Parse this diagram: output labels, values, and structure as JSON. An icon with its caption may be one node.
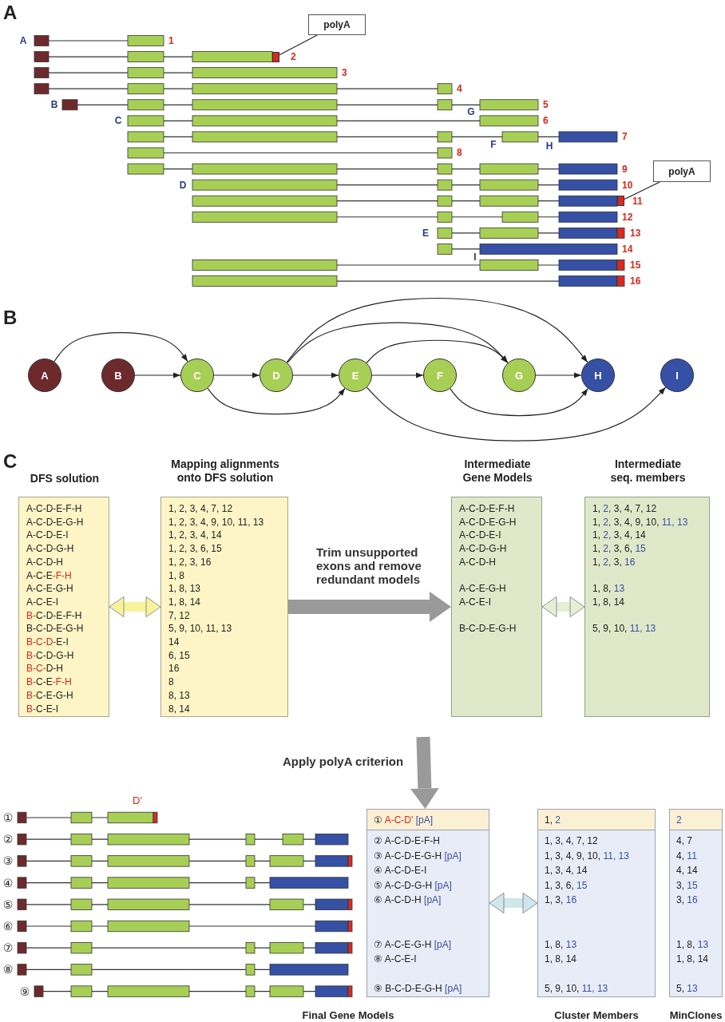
{
  "diagram": {
    "nodes": [
      {
        "text": [
          "polyA"
        ]
      },
      {
        "text": [
          "polyA"
        ]
      },
      {
        "text": [
          "A"
        ]
      },
      {
        "text": [
          "B"
        ]
      },
      {
        "text": [
          "C"
        ]
      },
      {
        "text": [
          "D"
        ]
      },
      {
        "text": [
          "E"
        ]
      },
      {
        "text": [
          "F"
        ]
      },
      {
        "text": [
          "G"
        ]
      },
      {
        "text": [
          "H"
        ]
      },
      {
        "text": [
          "I"
        ]
      },
      {
        "text": [
          "DFS solution",
          "A-C-D-E-F-H",
          "A-C-D-E-G-H",
          "A-C-D-E-I",
          "A-C-D-G-H",
          "A-C-D-H",
          "A-C-E-F-H",
          "A-C-E-G-H",
          "A-C-E-I",
          "B-C-D-E-F-H",
          "B-C-D-E-G-H",
          "B-C-D-E-I",
          "B-C-D-G-H",
          "B-C-D-H",
          "B-C-E-F-H",
          "B-C-E-G-H",
          "B-C-E-I"
        ]
      },
      {
        "text": [
          "Mapping alignments onto DFS solution",
          "1, 2, 3, 4, 7, 12",
          "1, 2, 3, 4, 9, 10, 11, 13",
          "1, 2, 3, 4, 14",
          "1, 2, 3, 6, 15",
          "1, 2, 3, 16",
          "1, 8",
          "1, 8, 13",
          "1, 8, 14",
          "7, 12",
          "5, 9, 10, 11, 13",
          "14",
          "6, 15",
          "16",
          "8",
          "8, 13",
          "8, 14"
        ]
      },
      {
        "text": [
          "Intermediate Gene Models",
          "A-C-D-E-F-H",
          "A-C-D-E-G-H",
          "A-C-D-E-I",
          "A-C-D-G-H",
          "A-C-D-H",
          "A-C-E-G-H",
          "A-C-E-I",
          "B-C-D-E-G-H"
        ]
      },
      {
        "text": [
          "Intermediate seq. members",
          "1, 2, 3, 4, 7, 12",
          "1, 2, 3, 4, 9, 10, 11, 13",
          "1, 2, 3, 4, 14",
          "1, 2, 3, 6, 15",
          "1, 2, 3, 16",
          "1, 8, 13",
          "1, 8, 14",
          "5, 9, 10, 11, 13"
        ]
      },
      {
        "text": [
          "① A-C-D' [pA]",
          "② A-C-D-E-F-H",
          "③ A-C-D-E-G-H [pA]",
          "④ A-C-D-E-I",
          "⑤ A-C-D-G-H [pA]",
          "⑥ A-C-D-H [pA]",
          "⑦ A-C-E-G-H [pA]",
          "⑧ A-C-E-I",
          "⑨ B-C-D-E-G-H [pA]"
        ]
      },
      {
        "text": [
          "1, 2",
          "1, 3, 4, 7, 12",
          "1, 3, 4, 9, 10, 11, 13",
          "1, 3, 4, 14",
          "1, 3, 6, 15",
          "1, 3, 16",
          "1, 8, 13",
          "1, 8, 14",
          "5, 9, 10, 11, 13",
          "Cluster Members"
        ]
      },
      {
        "text": [
          "2",
          "4, 7",
          "4, 11",
          "4, 14",
          "3, 15",
          "3, 16",
          "1, 8, 13",
          "1, 8, 14",
          "5, 13",
          "MinClones"
        ]
      },
      {
        "text": [],
        "shape": "bar"
      },
      {
        "text": [],
        "shape": "bar"
      }
    ],
    "edges": [
      {
        "from": 2,
        "to": 4,
        "arrow": "to"
      },
      {
        "from": 3,
        "to": 4,
        "arrow": "to"
      },
      {
        "from": 4,
        "to": 5,
        "arrow": "to"
      },
      {
        "from": 4,
        "to": 6,
        "arrow": "to"
      },
      {
        "from": 5,
        "to": 6,
        "arrow": "to"
      },
      {
        "from": 5,
        "to": 8,
        "arrow": "to"
      },
      {
        "from": 5,
        "to": 9,
        "arrow": "to"
      },
      {
        "from": 6,
        "to": 7,
        "arrow": "to"
      },
      {
        "from": 6,
        "to": 8,
        "arrow": "to"
      },
      {
        "from": 6,
        "to": 10,
        "arrow": "to"
      },
      {
        "from": 7,
        "to": 9,
        "arrow": "to"
      },
      {
        "from": 8,
        "to": 9,
        "arrow": "to"
      },
      {
        "from": 0,
        "to": 18,
        "arrow": "none"
      },
      {
        "from": 1,
        "to": 19,
        "arrow": "none"
      },
      {
        "from": 11,
        "to": 12,
        "arrow": "both",
        "style": "thick",
        "color": "#f7f29c"
      },
      {
        "from": 12,
        "to": 13,
        "arrow": "to",
        "label": "Trim unsupported exons and remove redundant models",
        "style": "thick",
        "color": "#9a9a9a"
      },
      {
        "from": 13,
        "to": 14,
        "arrow": "both",
        "style": "thick",
        "color": "#e6efd6"
      },
      {
        "from": null,
        "to": 15,
        "arrow": "to",
        "label": "Apply polyA criterion",
        "style": "thick",
        "color": "#9a9a9a"
      },
      {
        "from": 15,
        "to": 16,
        "arrow": "both",
        "style": "thick",
        "color": "#cfe6ea"
      }
    ],
    "labels": [
      "A",
      "A",
      "1",
      "2",
      "3",
      "4",
      "B",
      "5",
      "C",
      "G",
      "6",
      "7",
      "F",
      "H",
      "8",
      "9",
      "D",
      "10",
      "11",
      "12",
      "E",
      "13",
      "14",
      "I",
      "15",
      "16",
      "B",
      "C",
      "D'",
      "①",
      "②",
      "③",
      "④",
      "⑤",
      "⑥",
      "⑦",
      "⑧",
      "⑨",
      "Final Gene Models"
    ]
  }
}
